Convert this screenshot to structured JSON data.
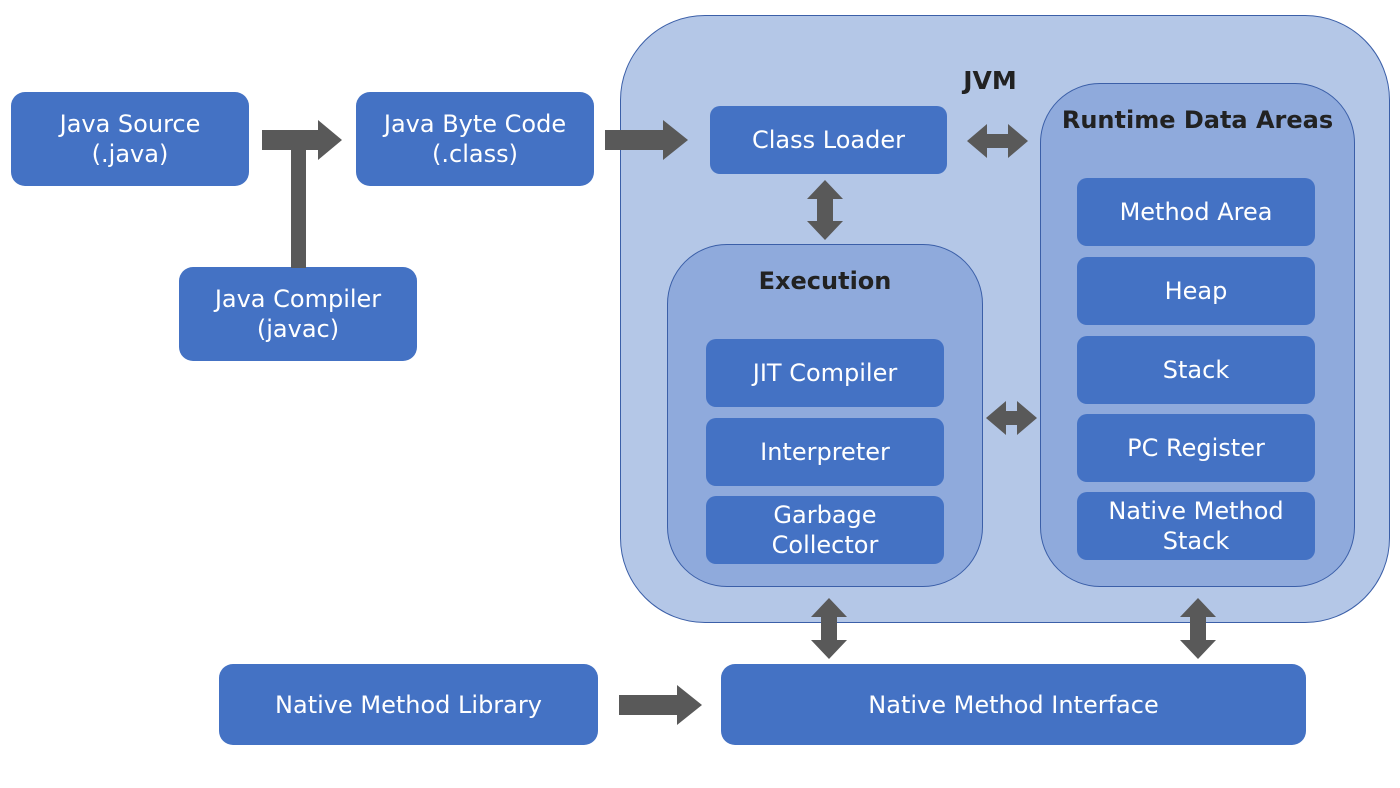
{
  "source": {
    "line1": "Java Source",
    "line2": "(.java)"
  },
  "bytecode": {
    "line1": "Java Byte Code",
    "line2": "(.class)"
  },
  "compiler": {
    "line1": "Java Compiler",
    "line2": "(javac)"
  },
  "jvm": {
    "title": "JVM",
    "class_loader": "Class Loader",
    "execution": {
      "title": "Execution",
      "items": [
        "JIT Compiler",
        "Interpreter",
        "Garbage\nCollector"
      ]
    },
    "runtime": {
      "title": "Runtime Data Areas",
      "items": [
        "Method Area",
        "Heap",
        "Stack",
        "PC Register",
        "Native Method\nStack"
      ]
    }
  },
  "native_library": "Native Method Library",
  "native_interface": "Native Method Interface",
  "colors": {
    "box": "#4472c4",
    "jvm_background": "#b4c7e7",
    "inner_region": "#8faadc",
    "arrow": "#595959"
  }
}
